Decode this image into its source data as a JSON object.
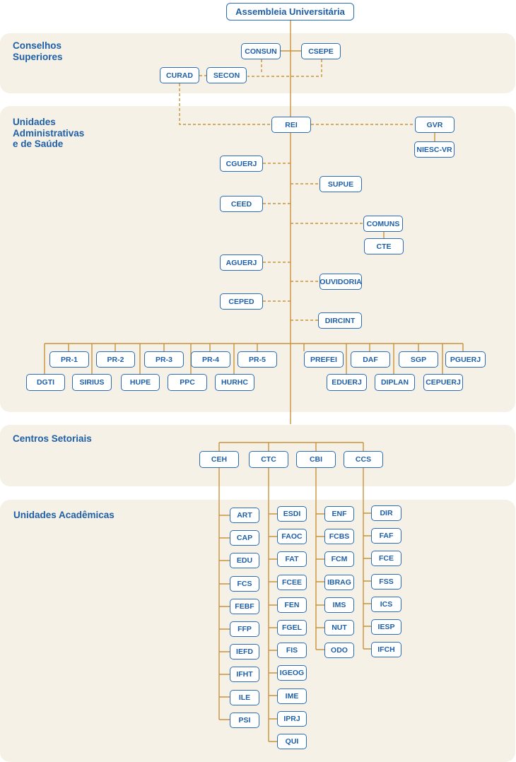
{
  "sections": [
    {
      "id": "conselhos",
      "title": "Conselhos\nSuperiores"
    },
    {
      "id": "administrativas",
      "title": "Unidades\nAdministrativas\ne de Saúde"
    },
    {
      "id": "centros",
      "title": "Centros Setoriais"
    },
    {
      "id": "academicas",
      "title": "Unidades Acadêmicas"
    }
  ],
  "root": "Assembleia Universitária",
  "councils": {
    "consun": "CONSUN",
    "csepe": "CSEPE",
    "curad": "CURAD",
    "secon": "SECON"
  },
  "rectory": {
    "rei": "REI",
    "gvr": "GVR",
    "niesc_vr": "NIESC-VR"
  },
  "staff_units": {
    "cguerj": "CGUERJ",
    "supue": "SUPUE",
    "ceed": "CEED",
    "comuns": "COMUNS",
    "cte": "CTE",
    "aguerj": "AGUERJ",
    "ouvidoria": "OUVIDORIA",
    "ceped": "CEPED",
    "dircint": "DIRCINT"
  },
  "pro_rectories": {
    "pr1": "PR-1",
    "pr2": "PR-2",
    "pr3": "PR-3",
    "pr4": "PR-4",
    "pr5": "PR-5",
    "dgti": "DGTI",
    "sirius": "SIRIUS",
    "hupe": "HUPE",
    "ppc": "PPC",
    "hurhc": "HURHC",
    "prefei": "PREFEI",
    "daf": "DAF",
    "sgp": "SGP",
    "pguerj": "PGUERJ",
    "eduerj": "EDUERJ",
    "diplan": "DIPLAN",
    "cepuerj": "CEPUERJ"
  },
  "centers": [
    {
      "name": "CEH",
      "units": [
        "ART",
        "CAP",
        "EDU",
        "FCS",
        "FEBF",
        "FFP",
        "IEFD",
        "IFHT",
        "ILE",
        "PSI"
      ]
    },
    {
      "name": "CTC",
      "units": [
        "ESDI",
        "FAOC",
        "FAT",
        "FCEE",
        "FEN",
        "FGEL",
        "FIS",
        "IGEOG",
        "IME",
        "IPRJ",
        "QUI"
      ]
    },
    {
      "name": "CBI",
      "units": [
        "ENF",
        "FCBS",
        "FCM",
        "IBRAG",
        "IMS",
        "NUT",
        "ODO"
      ]
    },
    {
      "name": "CCS",
      "units": [
        "DIR",
        "FAF",
        "FCE",
        "FSS",
        "ICS",
        "IESP",
        "IFCH"
      ]
    }
  ],
  "colors": {
    "band": "#f5f1e6",
    "line": "#c9933a",
    "box_border": "#2b6cb5",
    "text": "#1e5fa8"
  }
}
